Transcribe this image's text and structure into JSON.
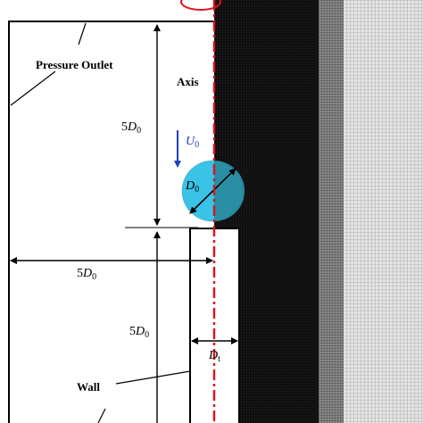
{
  "labels": {
    "pressure_outlet": "Pressure Outlet",
    "axis": "Axis",
    "wall": "Wall",
    "velocity_main": "U",
    "velocity_sub": "0",
    "droplet_diameter_main": "D",
    "droplet_diameter_sub": "0",
    "tube_diameter_main": "D",
    "tube_diameter_sub": "t",
    "height_upper_coeff": "5",
    "height_upper_main": "D",
    "height_upper_sub": "0",
    "width_coeff": "5",
    "width_main": "D",
    "width_sub": "0",
    "height_lower_coeff": "5",
    "height_lower_main": "D",
    "height_lower_sub": "0"
  },
  "colors": {
    "axis_line": "#e0101a",
    "velocity_arrow": "#1a3fbf",
    "velocity_text": "#1a3fbf",
    "droplet_fill": "#39c3e6",
    "droplet_shaded": "#2a8fa5",
    "mesh_dense": "#0a0a0a",
    "mesh_medium": "#6e6e6e",
    "mesh_coarse": "#bdbdbd"
  }
}
